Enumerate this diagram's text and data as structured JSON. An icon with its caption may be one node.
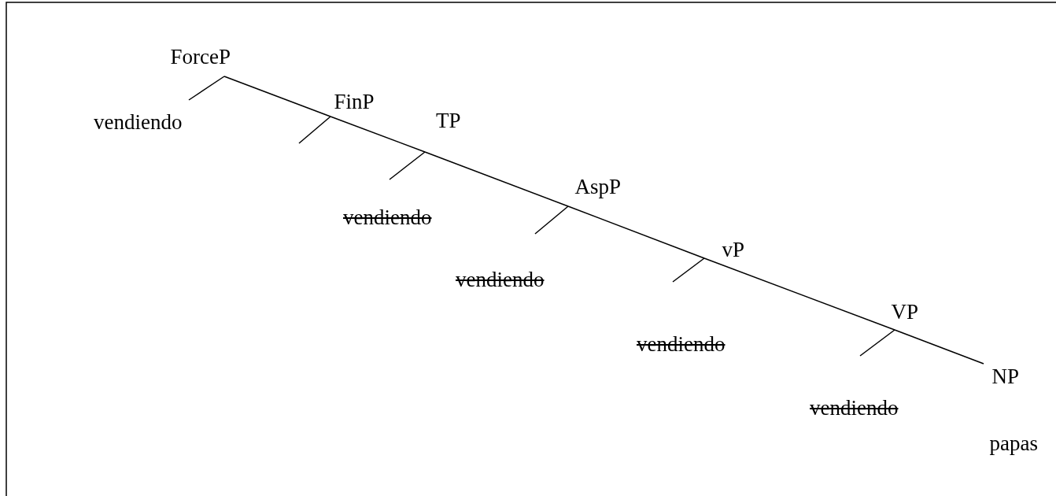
{
  "diagram": {
    "nodes": [
      {
        "text": [
          "ForceP"
        ]
      },
      {
        "text": [
          "vendiendo"
        ]
      },
      {
        "text": [
          "FinP"
        ]
      },
      {
        "text": [
          "TP"
        ]
      },
      {
        "text": [
          "vendiendo"
        ]
      },
      {
        "text": [
          "AspP"
        ]
      },
      {
        "text": [
          "vendiendo"
        ]
      },
      {
        "text": [
          "vP"
        ]
      },
      {
        "text": [
          "vendiendo"
        ]
      },
      {
        "text": [
          "VP"
        ]
      },
      {
        "text": [
          "vendiendo"
        ]
      },
      {
        "text": [
          "NP"
        ]
      },
      {
        "text": [
          "papas"
        ]
      }
    ],
    "edges": [
      {
        "from": 0,
        "to": 2,
        "arrow": "none"
      },
      {
        "from": 2,
        "to": 3,
        "arrow": "none"
      },
      {
        "from": 3,
        "to": 5,
        "arrow": "none"
      },
      {
        "from": 5,
        "to": 7,
        "arrow": "none"
      },
      {
        "from": 7,
        "to": 9,
        "arrow": "none"
      },
      {
        "from": 9,
        "to": 11,
        "arrow": "none"
      },
      {
        "from": 0,
        "to": 1,
        "arrow": "none"
      },
      {
        "from": 2,
        "to": null,
        "arrow": "none"
      },
      {
        "from": 3,
        "to": 4,
        "arrow": "none"
      },
      {
        "from": 5,
        "to": 6,
        "arrow": "none"
      },
      {
        "from": 7,
        "to": 8,
        "arrow": "none"
      },
      {
        "from": 9,
        "to": 10,
        "arrow": "none"
      }
    ]
  }
}
